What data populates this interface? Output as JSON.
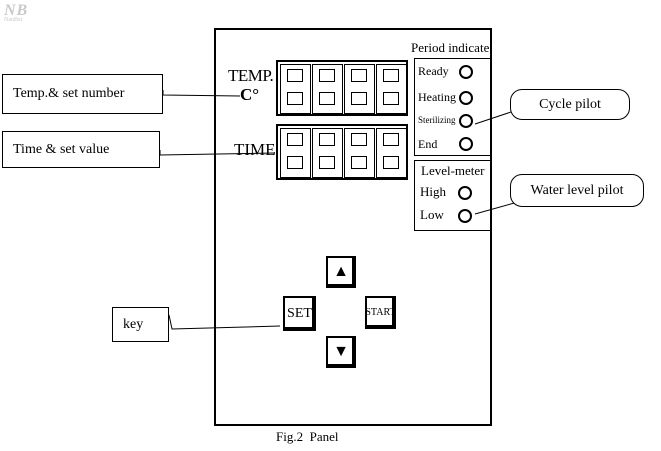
{
  "watermark": {
    "text": "NB",
    "subtext": "NanBei"
  },
  "panel": {
    "temp_label": "TEMP.",
    "temp_unit": "C°",
    "time_label": "TIME",
    "period_title": "Period indicate",
    "period_items": [
      "Ready",
      "Heating",
      "Sterilizing",
      "End"
    ],
    "level_title": "Level-meter",
    "level_items": [
      "High",
      "Low"
    ],
    "keys": {
      "set": "SET",
      "start": "START",
      "up": "▲",
      "down": "▼"
    }
  },
  "callouts": {
    "temp": "Temp.& set number",
    "time": "Time & set value",
    "cycle": "Cycle pilot",
    "water": "Water level pilot",
    "key": "key"
  },
  "caption": "Fig.2  Panel"
}
